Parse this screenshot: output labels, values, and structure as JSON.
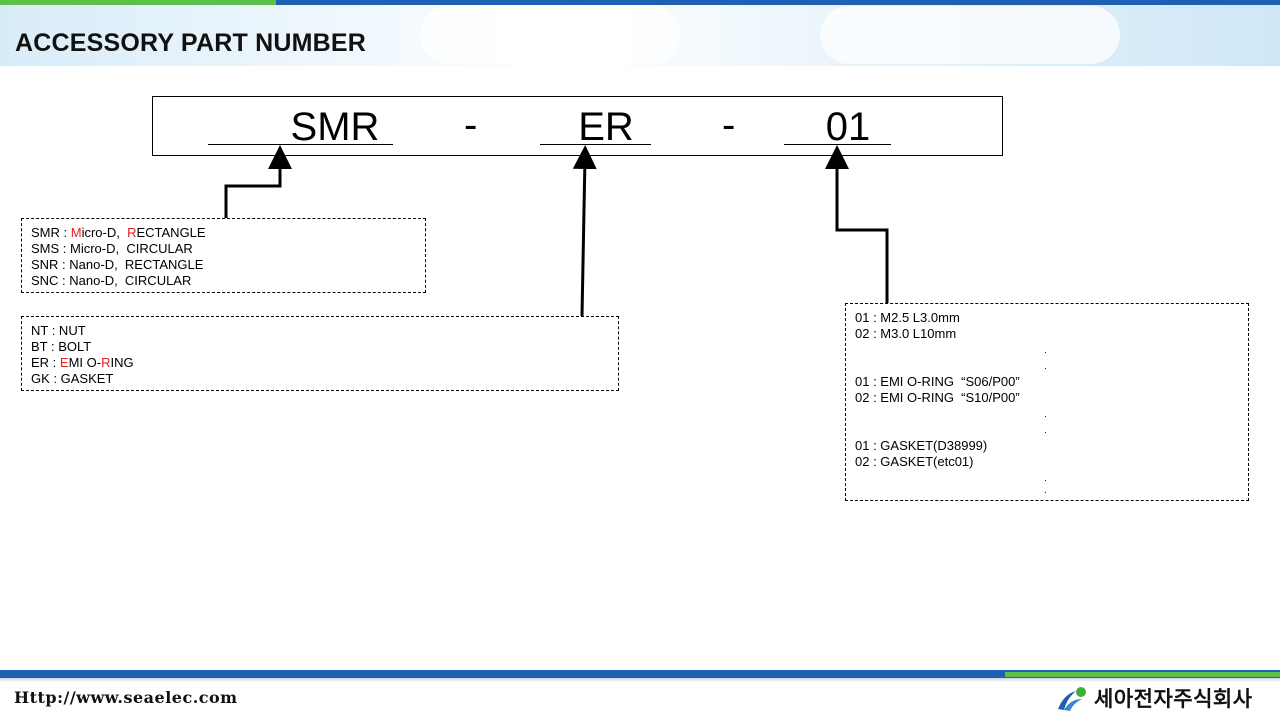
{
  "header": {
    "title": "ACCESSORY PART NUMBER"
  },
  "code": {
    "part1": "SMR",
    "sep1": "-",
    "part2": "ER",
    "sep2": "-",
    "part3": "01"
  },
  "type_box": {
    "lines": [
      {
        "code": "SMR",
        "colon": " : ",
        "hl1": "M",
        "mid": "icro-D,  ",
        "hl2": "R",
        "rest": "ECTANGLE"
      },
      {
        "text": "SMS : Micro-D,  CIRCULAR"
      },
      {
        "text": "SNR : Nano-D,  RECTANGLE"
      },
      {
        "text": "SNC : Nano-D,  CIRCULAR"
      }
    ]
  },
  "kind_box": {
    "lines": [
      {
        "text": "NT : NUT"
      },
      {
        "text": "BT : BOLT"
      },
      {
        "code": "ER",
        "colon": " : ",
        "hl1": "E",
        "mid": "MI O-",
        "hl2": "R",
        "rest": "ING"
      },
      {
        "text": "GK : GASKET"
      }
    ]
  },
  "number_box": {
    "lines": [
      "01 : M2.5 L3.0mm",
      "02 : M3.0 L10mm",
      "01 : EMI O-RING  “S06/P00”",
      "02 : EMI O-RING  “S10/P00”",
      "01 : GASKET(D38999)",
      "02 : GASKET(etc01)"
    ],
    "dot": "."
  },
  "footer": {
    "url": "Http://www.seaelec.com",
    "company": "세아전자주식회사"
  },
  "colors": {
    "accent_blue": "#1f5fb4",
    "accent_green": "#5cc04a",
    "highlight_red": "#dd2222"
  },
  "icons": {
    "logo": "company-logo-icon"
  }
}
